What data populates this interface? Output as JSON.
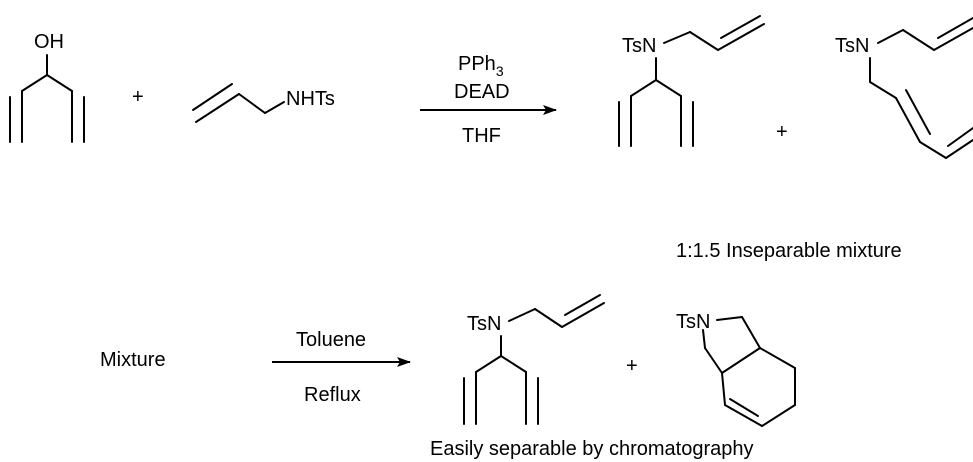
{
  "reaction1": {
    "reactant1_label": "OH",
    "plus1": "+",
    "reactant2_label": "NHTs",
    "reagent_top_1": "PPh",
    "reagent_top_1_sub": "3",
    "reagent_top_2": "DEAD",
    "reagent_bottom": "THF",
    "product1_label": "TsN",
    "plus2": "+",
    "product2_label": "TsN",
    "note": "1:1.5 Inseparable mixture"
  },
  "reaction2": {
    "start": "Mixture",
    "reagent_top": "Toluene",
    "reagent_bottom": "Reflux",
    "product1_label": "TsN",
    "plus": "+",
    "product2_label": "TsN",
    "note": "Easily separable by chromatography"
  }
}
